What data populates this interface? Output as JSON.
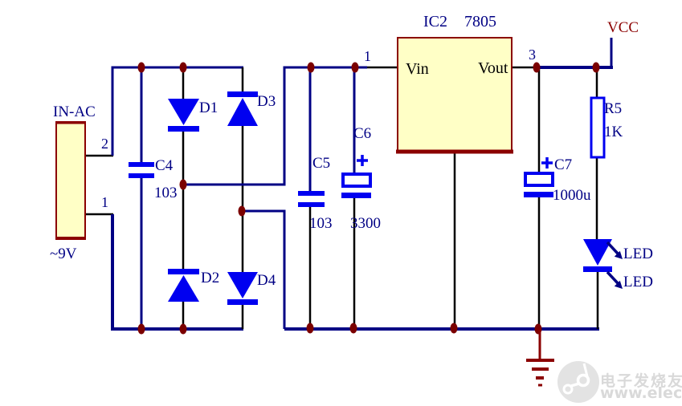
{
  "colors": {
    "background": "#ffffff",
    "wire_navy": "#000084",
    "wire_black": "#000000",
    "component_blue": "#0000f0",
    "junction_dark_red": "#7b0000",
    "box_border_red": "#8b0000",
    "box_fill_yellow": "#ffffc6",
    "label_blue": "#000084",
    "vcc_red": "#8b0000",
    "watermark_gray": "#d9d9d9"
  },
  "connector": {
    "ref": "IN-AC",
    "pin_top": "2",
    "pin_bottom": "1",
    "voltage": "~9V"
  },
  "capacitors": {
    "c4": {
      "name": "C4",
      "value": "103"
    },
    "c5": {
      "name": "C5",
      "value": "103"
    },
    "c6": {
      "name": "C6",
      "value": "3300",
      "polarity": "+"
    },
    "c7": {
      "name": "C7",
      "value": "1000u",
      "polarity": "+"
    }
  },
  "diodes": {
    "d1": {
      "name": "D1"
    },
    "d2": {
      "name": "D2"
    },
    "d3": {
      "name": "D3"
    },
    "d4": {
      "name": "D4"
    }
  },
  "regulator": {
    "ref": "IC2",
    "part": "7805",
    "input_label": "Vin",
    "output_label": "Vout",
    "input_pin": "1",
    "output_pin": "3"
  },
  "resistor": {
    "name": "R5",
    "value": "1K"
  },
  "led": {
    "labels": [
      "LED",
      "LED"
    ]
  },
  "power": {
    "vcc": "VCC"
  },
  "watermark": {
    "site": "电子发烧友",
    "url": "www.elecfans.com"
  }
}
